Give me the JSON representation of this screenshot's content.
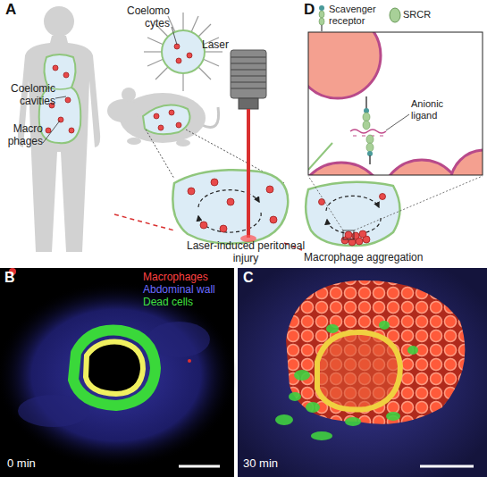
{
  "diagram": {
    "labels": [
      "A",
      "Coelomic cavities",
      "Macro phages",
      "Coelomo cytes",
      "Laser",
      "Laser-induced peritoneal injury",
      "D",
      "Scavenger receptor",
      "SRCR",
      "Anionic ligand",
      "Macrophage aggregation",
      "B",
      "0 min",
      "C",
      "30 min"
    ],
    "legend": [
      {
        "text": "Macrophages",
        "color": "#ff4040"
      },
      {
        "text": "Abdominal wall",
        "color": "#6a6aff"
      },
      {
        "text": "Dead cells",
        "color": "#40e040"
      }
    ]
  }
}
